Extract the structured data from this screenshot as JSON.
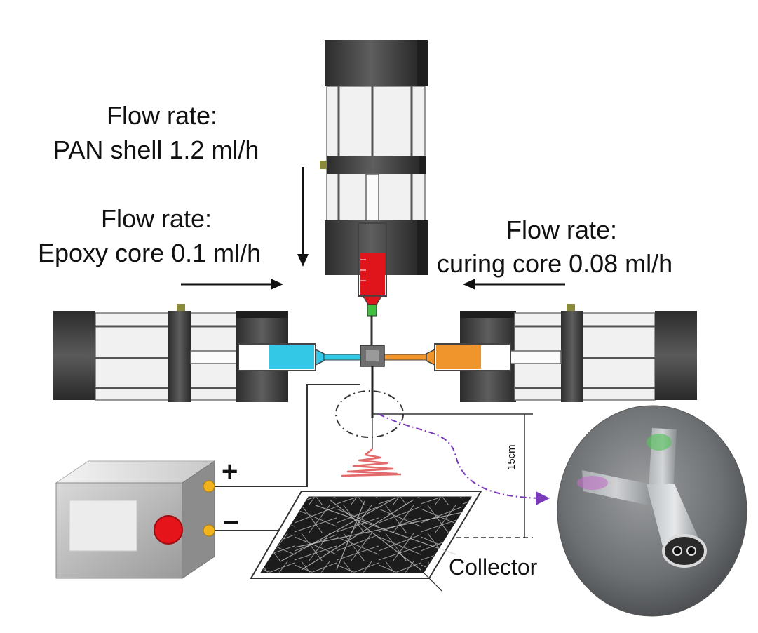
{
  "labels": {
    "shell_title": "Flow rate:",
    "shell_rate": "PAN shell 1.2 ml/h",
    "core_left_title": "Flow rate:",
    "core_left_rate": "Epoxy core 0.1 ml/h",
    "core_right_title": "Flow rate:",
    "core_right_rate": "curing core 0.08 ml/h",
    "plus": "+",
    "minus": "–",
    "distance": "15cm",
    "collector": "Collector"
  },
  "colors": {
    "shell_fluid": "#e0141b",
    "epoxy_fluid": "#33c9e6",
    "curing_fluid": "#f0952b",
    "needle_tip": "#3fc13f",
    "power_button": "#e5141a",
    "terminal": "#f2b21c",
    "taylor_cone": "#e36a6a",
    "trajectory": "#7a3bb8"
  },
  "icons": [
    "syringe-pump-top",
    "syringe-pump-left",
    "syringe-pump-right",
    "high-voltage-supply",
    "fiber-collector",
    "coaxial-nozzle-photo"
  ]
}
